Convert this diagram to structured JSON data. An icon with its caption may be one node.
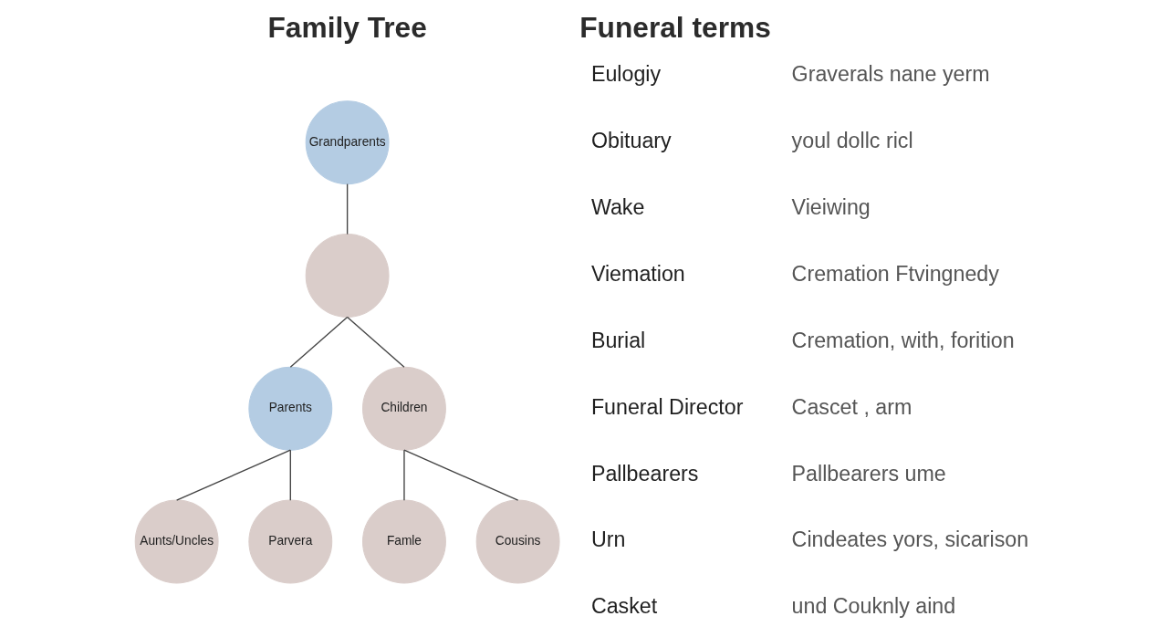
{
  "diagram": {
    "nodes": [
      {
        "text": [
          "Grandparents"
        ]
      },
      {
        "text": [],
        "shape": "person"
      },
      {
        "text": [
          "Parents"
        ]
      },
      {
        "text": [
          "Children"
        ]
      },
      {
        "text": [
          "Aunts/Uncles"
        ]
      },
      {
        "text": [
          "Parvera"
        ]
      },
      {
        "text": [
          "Famle"
        ]
      },
      {
        "text": [
          "Cousins"
        ]
      }
    ],
    "edges": [
      {
        "from": 0,
        "to": 1,
        "arrow": "none"
      },
      {
        "from": 1,
        "to": 2,
        "arrow": "none"
      },
      {
        "from": 1,
        "to": 3,
        "arrow": "none"
      },
      {
        "from": 2,
        "to": 4,
        "arrow": "none"
      },
      {
        "from": 2,
        "to": 5,
        "arrow": "none"
      },
      {
        "from": 3,
        "to": 6,
        "arrow": "none"
      },
      {
        "from": 3,
        "to": 7,
        "arrow": "none"
      }
    ],
    "labels": [
      "Family Tree",
      "Funeral terms",
      "Eulogiy",
      "Graverals nane yerm",
      "Obituary",
      "youl dollc ricl",
      "Wake",
      "Vieiwing",
      "Viemation",
      "Cremation Ftvingnedy",
      "Burial",
      "Cremation, with, forition",
      "Funeral Director",
      "Cascet , arm",
      "Pallbearers",
      "Pallbearers ume",
      "Urn",
      "Cindeates yors, sicarison",
      "Casket",
      "und Couknly aind"
    ]
  }
}
